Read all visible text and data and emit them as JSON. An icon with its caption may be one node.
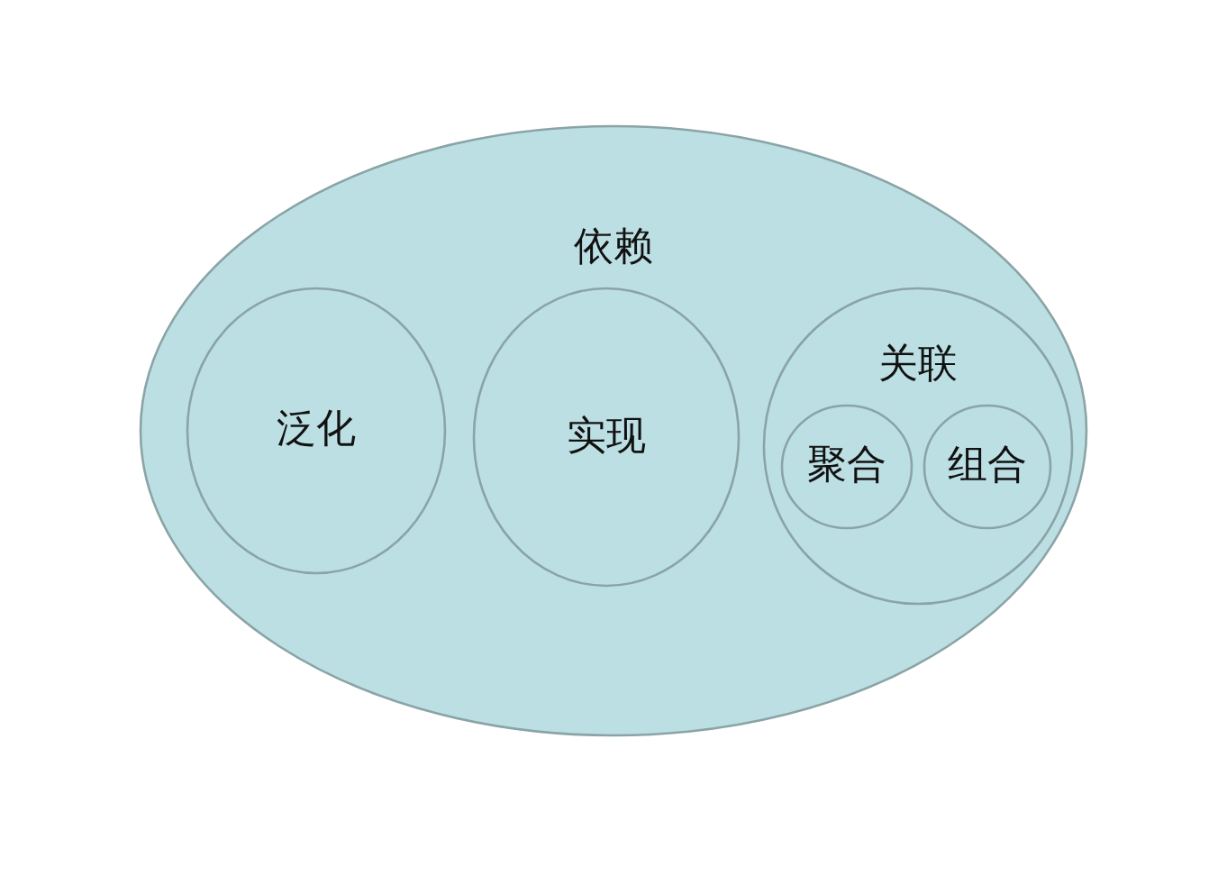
{
  "diagram": {
    "nodes": [
      {
        "text": [
          "依赖"
        ]
      },
      {
        "text": [
          "泛化"
        ],
        "in": 0
      },
      {
        "text": [
          "实现"
        ],
        "in": 0
      },
      {
        "text": [
          "关联"
        ],
        "in": 0
      },
      {
        "text": [
          "聚合"
        ],
        "in": 3
      },
      {
        "text": [
          "组合"
        ],
        "in": 3
      }
    ]
  }
}
